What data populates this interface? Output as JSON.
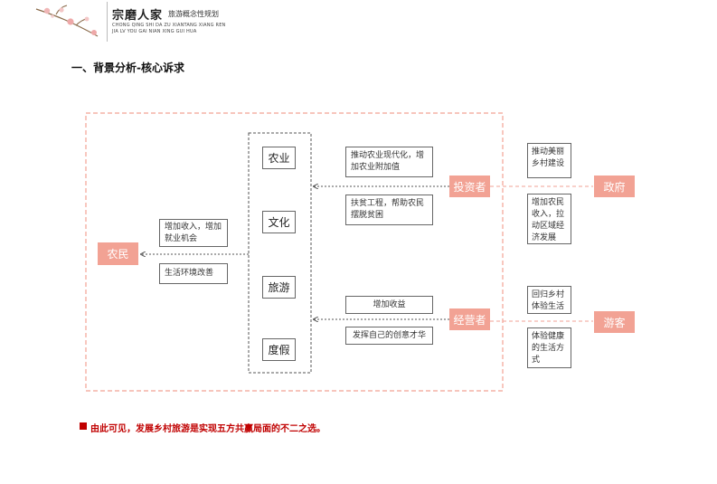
{
  "header": {
    "logo_text": "宗磨人家",
    "subtitle": "旅游概念性规划",
    "pinyin_line1": "CHONG QING SHI DA ZU XIANTANG XIANG REN",
    "pinyin_line2": "JIA LV YOU GAI NIAN XING GUI HUA"
  },
  "section_title": "一、背景分析-核心诉求",
  "diagram": {
    "center_nodes": [
      "农业",
      "文化",
      "旅游",
      "度假"
    ],
    "left": {
      "actor": "农民",
      "benefits": [
        "增加收入，增加就业机会",
        "生活环境改善"
      ]
    },
    "investor": {
      "actor": "投资者",
      "items": [
        "推动农业现代化，增加农业附加值",
        "扶贫工程，帮助农民摆脱贫困"
      ]
    },
    "operator": {
      "actor": "经营者",
      "items": [
        "增加收益",
        "发挥自己的创意才华"
      ]
    },
    "government": {
      "actor": "政府",
      "items": [
        "推动美丽乡村建设",
        "增加农民收入，拉动区域经济发展"
      ]
    },
    "tourist": {
      "actor": "游客",
      "items": [
        "回归乡村体验生活",
        "体验健康的生活方式"
      ]
    }
  },
  "conclusion": "由此可见，发展乡村旅游是实现五方共赢局面的不二之选。",
  "colors": {
    "accent": "#f2a294",
    "conclusion": "#c00000",
    "border": "#666666"
  }
}
